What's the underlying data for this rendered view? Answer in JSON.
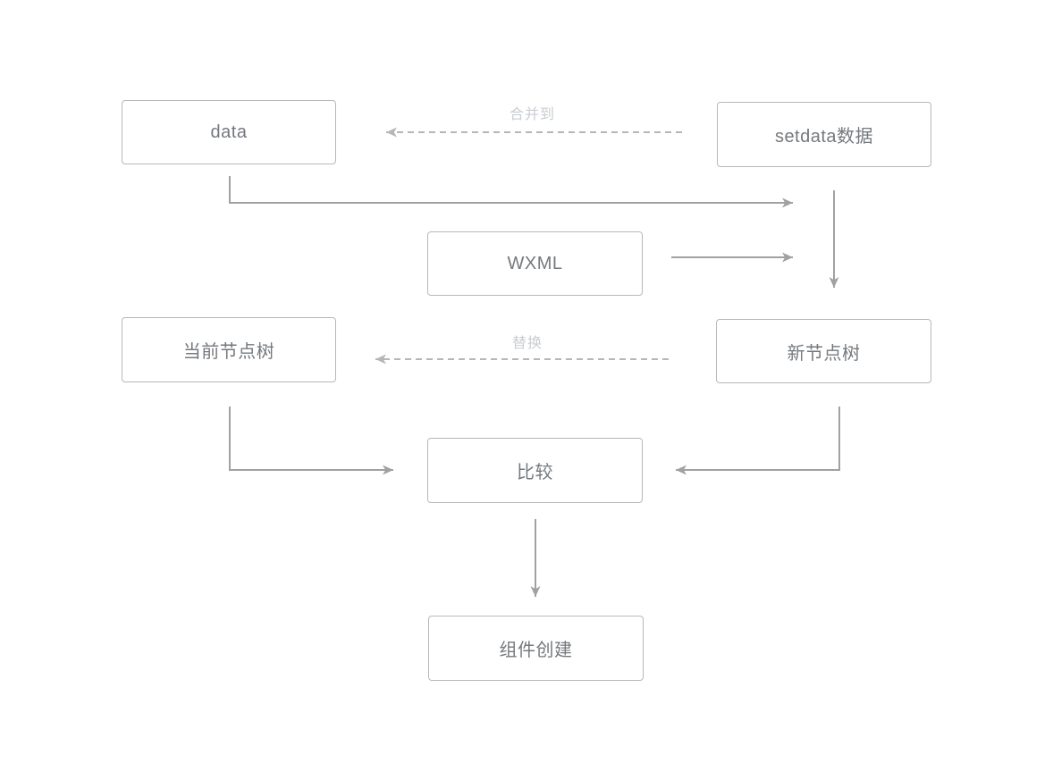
{
  "diagram": {
    "nodes": [
      {
        "id": "data",
        "label": "data"
      },
      {
        "id": "setdata",
        "label": "setdata数据"
      },
      {
        "id": "wxml",
        "label": "WXML"
      },
      {
        "id": "current-tree",
        "label": "当前节点树"
      },
      {
        "id": "new-tree",
        "label": "新节点树"
      },
      {
        "id": "compare",
        "label": "比较"
      },
      {
        "id": "component-create",
        "label": "组件创建"
      }
    ],
    "edge_labels": {
      "merge": "合并到",
      "replace": "替换"
    },
    "edges": [
      {
        "from": "setdata",
        "to": "data",
        "style": "dashed",
        "label": "合并到"
      },
      {
        "from": "data",
        "to": "new-tree",
        "style": "solid",
        "label": ""
      },
      {
        "from": "setdata",
        "to": "new-tree",
        "style": "solid",
        "label": ""
      },
      {
        "from": "wxml",
        "to": "new-tree",
        "style": "solid",
        "label": ""
      },
      {
        "from": "new-tree",
        "to": "current-tree",
        "style": "dashed",
        "label": "替换"
      },
      {
        "from": "current-tree",
        "to": "compare",
        "style": "solid",
        "label": ""
      },
      {
        "from": "new-tree",
        "to": "compare",
        "style": "solid",
        "label": ""
      },
      {
        "from": "compare",
        "to": "component-create",
        "style": "solid",
        "label": ""
      }
    ],
    "colors": {
      "background": "#ffffff",
      "node_border": "#b4b8bb",
      "node_text": "#75797d",
      "solid_arrow": "#a1a1a1",
      "dashed_arrow": "#b6b6b6",
      "edge_label": "#c9cdd1"
    }
  }
}
